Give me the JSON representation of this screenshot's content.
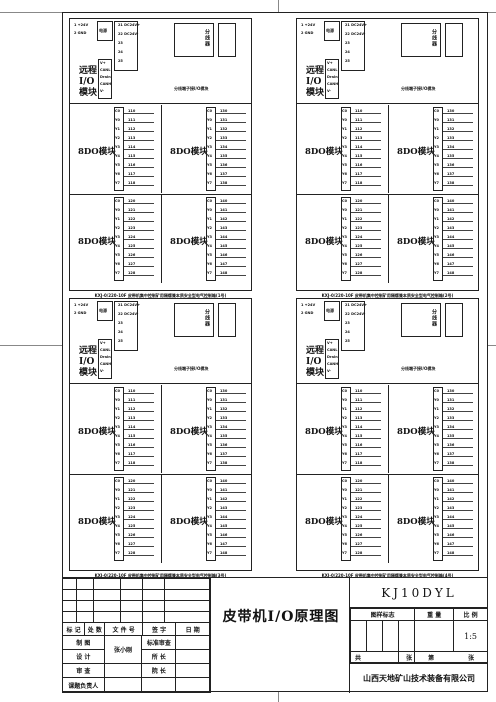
{
  "panels": [
    {
      "caption": "KXJ-0/220-10F 皮带机集中控制矿用隔爆兼本质安全型电气控制箱(1号)"
    },
    {
      "caption": "KXJ-0/220-10F 皮带机集中控制矿用隔爆兼本质安全型电气控制箱(2号)"
    },
    {
      "caption": "KXJ-0/220-10F 皮带机集中控制矿用隔爆兼本质安全型电气控制箱(3号)"
    },
    {
      "caption": "KXJ-0/220-10F 皮带机集中控制矿用隔爆兼本质安全型电气控制箱(4号)"
    }
  ],
  "panel_labels": {
    "remote_line1": "远程",
    "remote_line2": "I/O",
    "remote_line3": "模块",
    "sdo": "8DO模块",
    "distributor": "分线器",
    "connector_title": "分线端子接I/O模块",
    "power_label": "电源",
    "pin_labels": [
      "1 +24V",
      "2 GND"
    ],
    "can_labels": [
      "V+",
      "CANL",
      "Drain",
      "CANH",
      "V-"
    ],
    "can_signals": [
      "21 DC24V+",
      "22 DC24V-",
      "23",
      "24",
      "25"
    ],
    "do_rows": [
      "C0",
      "Y0",
      "Y1",
      "Y2",
      "Y3",
      "Y4",
      "Y5",
      "Y6",
      "Y7"
    ],
    "io_left_a": [
      "110",
      "111",
      "112",
      "113",
      "114",
      "115",
      "116",
      "117",
      "118"
    ],
    "io_left_b": [
      "120",
      "121",
      "122",
      "123",
      "124",
      "125",
      "126",
      "127",
      "128"
    ],
    "io_right_a": [
      "130",
      "131",
      "132",
      "133",
      "134",
      "135",
      "136",
      "137",
      "138"
    ],
    "io_right_b": [
      "140",
      "141",
      "142",
      "143",
      "144",
      "145",
      "146",
      "147",
      "148"
    ]
  },
  "title_block": {
    "drawing_no": "KJ10DYL",
    "title": "皮带机I/O原理图",
    "headers": [
      "标 记",
      "处 数",
      "文 件 号",
      "签 字",
      "日 期"
    ],
    "stage_mark": "图样标志",
    "weight": "重 量",
    "scale": "比 例",
    "scale_value": "1:5",
    "total_label": "共",
    "sheet_unit": "张",
    "page_label": "第",
    "roles": [
      "制 图",
      "设 计",
      "审 查",
      "课题负责人"
    ],
    "author": "张小刚",
    "std_review": "标准审查",
    "section_head": "所 长",
    "dept_head": "院 长",
    "company": "山西天地矿山技术装备有限公司"
  }
}
